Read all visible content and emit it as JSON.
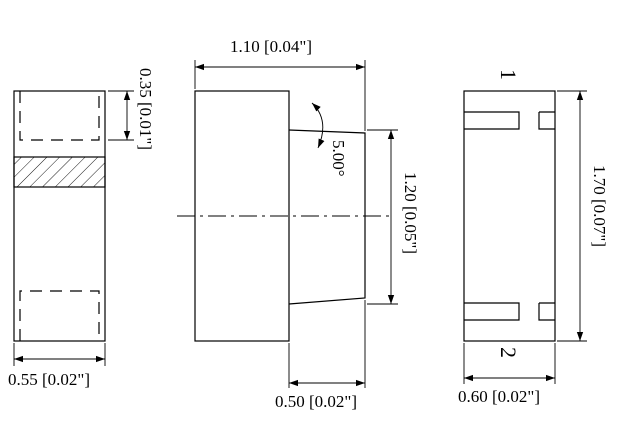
{
  "dimensions": {
    "top_length": "1.10 [0.04\"]",
    "side_cap": "0.35 [0.01\"]",
    "angle": "5.00°",
    "height_mid": "1.20 [0.05\"]",
    "length_total": "1.70 [0.07\"]",
    "left_width": "0.55 [0.02\"]",
    "lead_width": "0.50 [0.02\"]",
    "right_width": "0.60 [0.02\"]"
  },
  "pins": {
    "pin1": "1",
    "pin2": "2"
  }
}
